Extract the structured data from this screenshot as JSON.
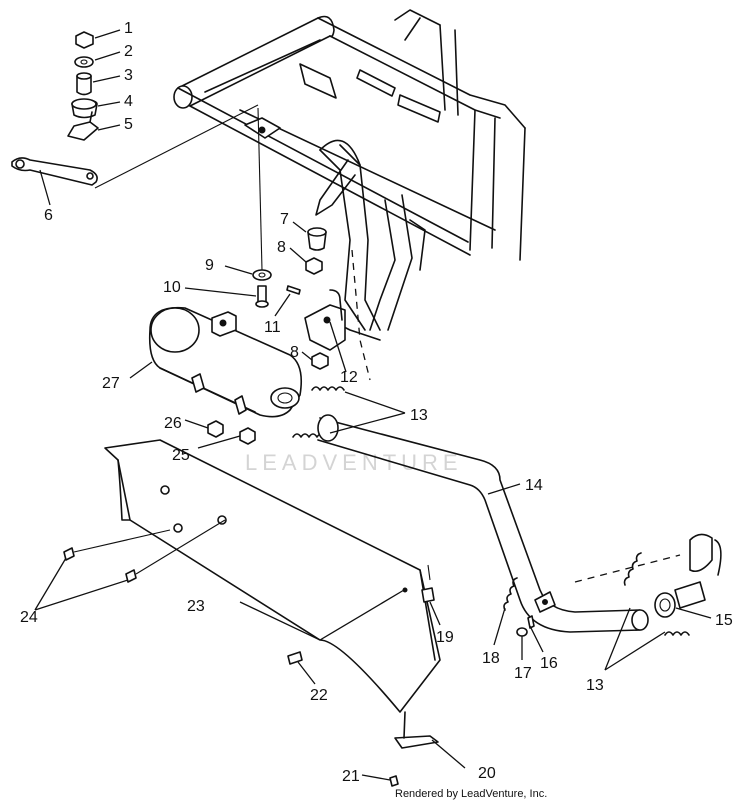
{
  "watermark": "LEADVENTURE",
  "credit": "Rendered by LeadVenture, Inc.",
  "callouts": [
    "1",
    "2",
    "3",
    "4",
    "5",
    "6",
    "7",
    "8",
    "8",
    "9",
    "10",
    "11",
    "12",
    "13",
    "13",
    "14",
    "15",
    "16",
    "17",
    "18",
    "19",
    "20",
    "21",
    "22",
    "23",
    "24",
    "25",
    "26",
    "27"
  ]
}
